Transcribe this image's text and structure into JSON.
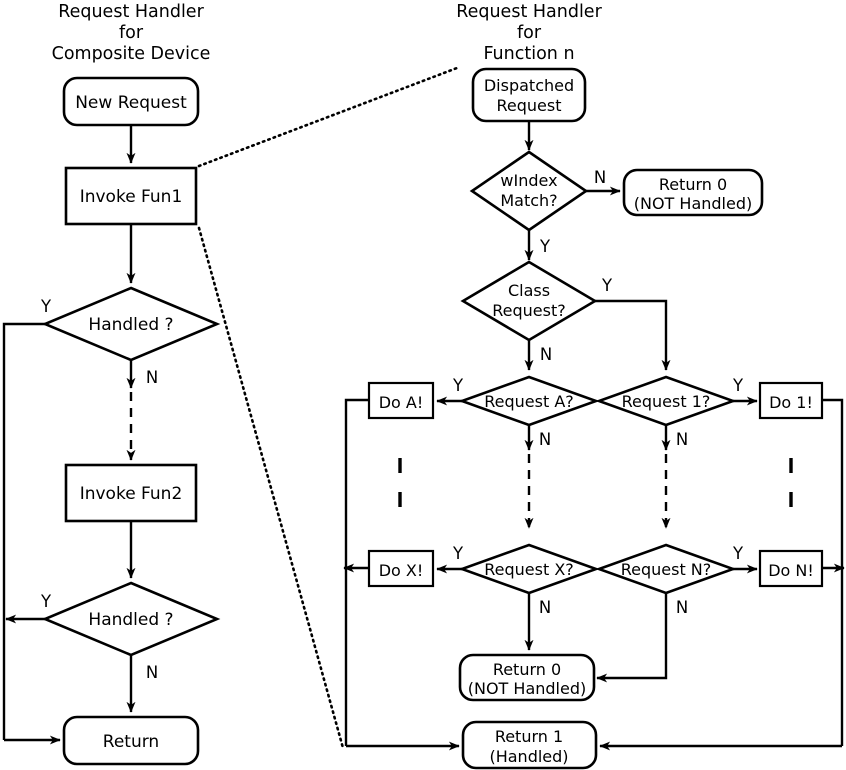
{
  "diagram": {
    "type": "flowchart",
    "background": "#ffffff",
    "stroke_color": "#000000",
    "left_panel": {
      "title_lines": [
        "Request Handler",
        "for",
        "Composite Device"
      ],
      "nodes": [
        {
          "id": "new-request",
          "shape": "rounded",
          "label": "New Request"
        },
        {
          "id": "invoke-fun1",
          "shape": "rectangle",
          "label": "Invoke Fun1"
        },
        {
          "id": "handled-1",
          "shape": "diamond",
          "label": "Handled ?"
        },
        {
          "id": "invoke-fun2",
          "shape": "rectangle",
          "label": "Invoke Fun2"
        },
        {
          "id": "handled-2",
          "shape": "diamond",
          "label": "Handled ?"
        },
        {
          "id": "return",
          "shape": "rounded",
          "label": "Return"
        }
      ],
      "edge_labels": {
        "handled1_yes": "Y",
        "handled1_no": "N",
        "handled2_yes": "Y",
        "handled2_no": "N"
      }
    },
    "right_panel": {
      "title_lines": [
        "Request Handler",
        "for",
        "Function n"
      ],
      "nodes": [
        {
          "id": "dispatched-request",
          "shape": "rounded",
          "label_lines": [
            "Dispatched",
            "Request"
          ]
        },
        {
          "id": "windex-match",
          "shape": "diamond",
          "label_lines": [
            "wIndex",
            "Match?"
          ]
        },
        {
          "id": "return-0-top",
          "shape": "rounded",
          "label_lines": [
            "Return 0",
            "(NOT Handled)"
          ]
        },
        {
          "id": "class-request",
          "shape": "diamond",
          "label_lines": [
            "Class",
            "Request?"
          ]
        },
        {
          "id": "request-a",
          "shape": "diamond",
          "label": "Request A?"
        },
        {
          "id": "request-1",
          "shape": "diamond",
          "label": "Request 1?"
        },
        {
          "id": "do-a",
          "shape": "rectangle",
          "label": "Do A!"
        },
        {
          "id": "do-1",
          "shape": "rectangle",
          "label": "Do 1!"
        },
        {
          "id": "request-x",
          "shape": "diamond",
          "label": "Request X?"
        },
        {
          "id": "request-n",
          "shape": "diamond",
          "label": "Request N?"
        },
        {
          "id": "do-x",
          "shape": "rectangle",
          "label": "Do X!"
        },
        {
          "id": "do-n",
          "shape": "rectangle",
          "label": "Do N!"
        },
        {
          "id": "return-0-bottom",
          "shape": "rounded",
          "label_lines": [
            "Return 0",
            "(NOT Handled)"
          ]
        },
        {
          "id": "return-1",
          "shape": "rounded",
          "label_lines": [
            "Return 1",
            "(Handled)"
          ]
        }
      ],
      "edge_labels": {
        "windex_no": "N",
        "windex_yes": "Y",
        "class_yes": "Y",
        "class_no": "N",
        "req_a_yes": "Y",
        "req_a_no": "N",
        "req_1_yes": "Y",
        "req_1_no": "N",
        "req_x_yes": "Y",
        "req_x_no": "N",
        "req_n_yes": "Y",
        "req_n_no": "N"
      }
    }
  }
}
